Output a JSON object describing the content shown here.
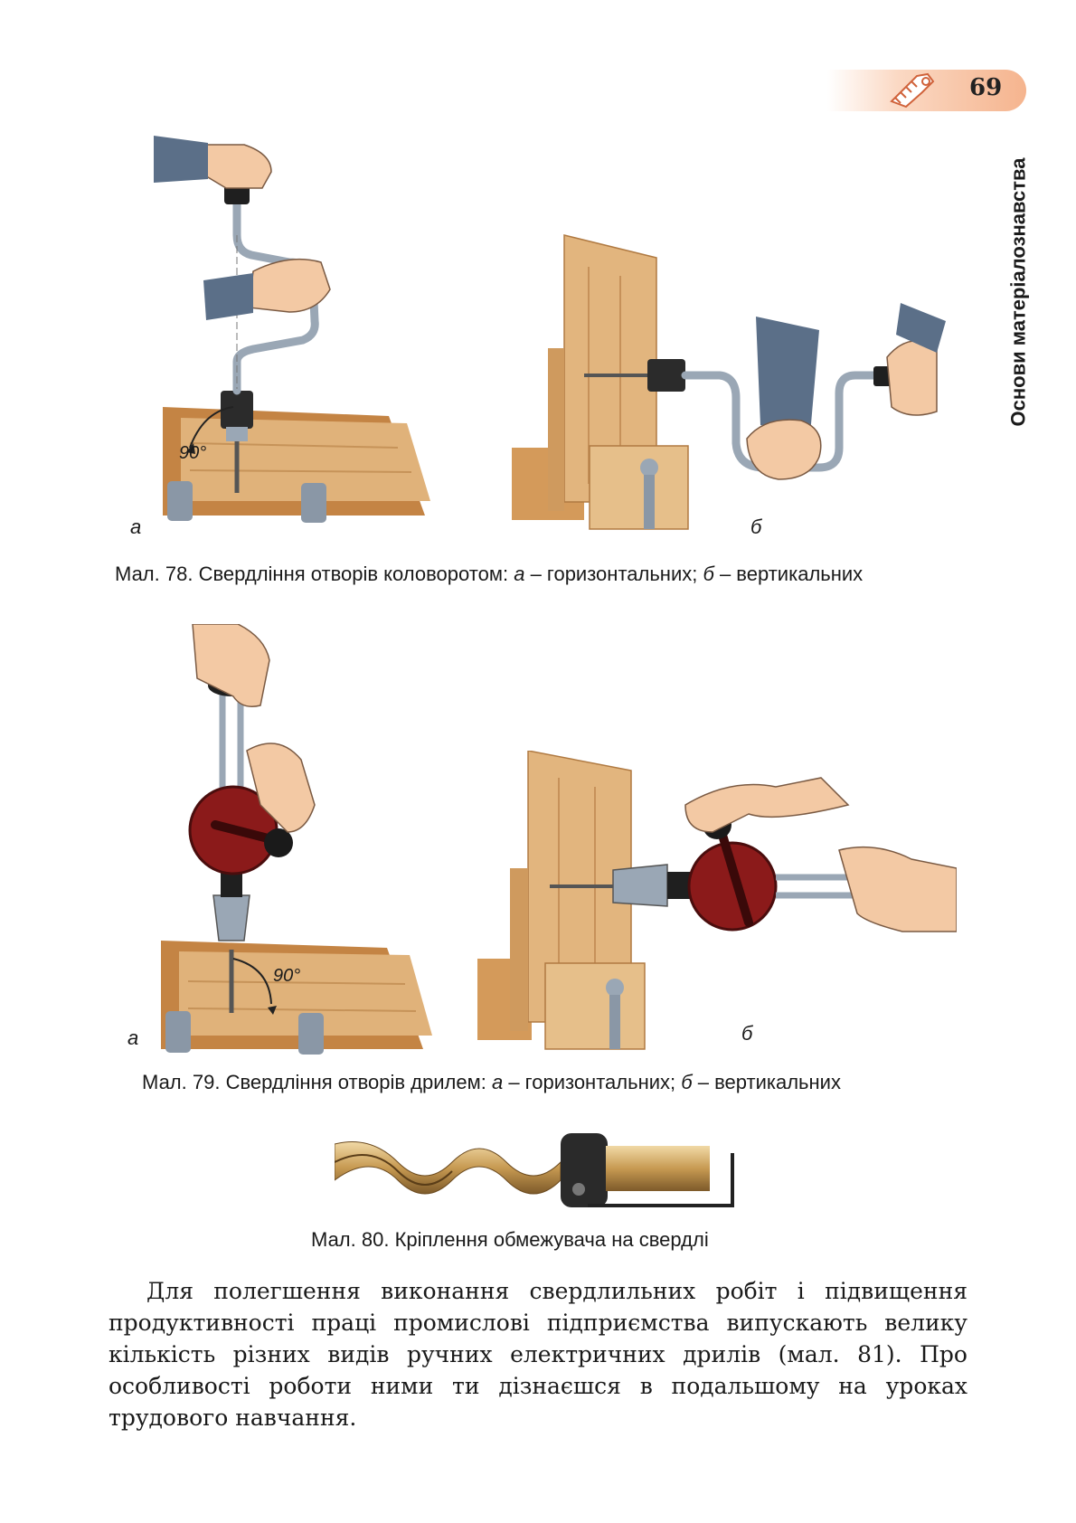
{
  "header": {
    "page_number": "69",
    "section_title": "Основи матеріалознавства",
    "icon": "hand-saw-icon"
  },
  "figures": {
    "fig78": {
      "caption_prefix": "Мал. 78. Свердління отворів коловоротом: ",
      "a_letter": "а",
      "a_text": " – горизонтальних; ",
      "b_letter": "б",
      "b_text": " – вертикальних",
      "label_a": "а",
      "label_b": "б",
      "angle": "90°"
    },
    "fig79": {
      "caption_prefix": "Мал. 79. Свердління отворів дрилем: ",
      "a_letter": "а",
      "a_text": " – горизонтальних; ",
      "b_letter": "б",
      "b_text": " – вертикальних",
      "label_a": "а",
      "label_b": "б",
      "angle": "90°"
    },
    "fig80": {
      "caption": "Мал. 80. Кріплення обмежувача на свердлі"
    }
  },
  "body": {
    "paragraph": "Для полегшення виконання свердлильних робіт і підвищення продуктивності праці промислові підприємства випускають велику кількість різних видів ручних електричних дрилів (мал. 81). Про особливості роботи ними ти дізнаєшся в подальшому на уроках трудового навчання."
  },
  "colors": {
    "wood": "#d9a66a",
    "wood_dark": "#b5763a",
    "metal": "#8a97a6",
    "drill_red": "#8b1a1a",
    "tab_accent": "#f5b48e"
  }
}
